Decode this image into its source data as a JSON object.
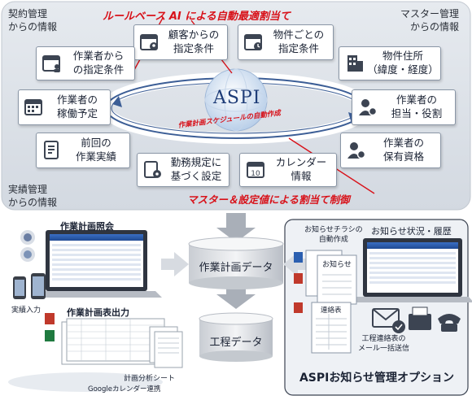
{
  "top": {
    "banner": "ルールベース AI による自動最適割当て",
    "bottom_banner": "マスター＆設定値による割当て制御",
    "ring_label": "作業計画スケジュールの自動作成",
    "logo": "ASPI",
    "corners": {
      "contract": "契約管理\nからの情報",
      "master": "マスター管理\nからの情報",
      "actual": "実績管理\nからの情報"
    },
    "boxes": {
      "customer": "顧客からの\n指定条件",
      "property": "物件ごとの\n指定条件",
      "worker_req": "作業者から\nの指定条件",
      "address": "物件住所\n（緯度・経度）",
      "worker_schedule": "作業者の\n稼働予定",
      "role": "作業者の\n担当・役割",
      "previous": "前回の\n作業実績",
      "qualification": "作業者の\n保有資格",
      "work_rules": "勤務規定に\n基づく設定",
      "calendar": "カレンダー\n情報"
    }
  },
  "bottom": {
    "plan_inquiry": "作業計画照会",
    "actual_input": "実績入力",
    "plan_output": "作業計画表出力",
    "analysis_sheet": "計画分析シート",
    "google_cal": "Googleカレンダー連携",
    "plan_data": "作業計画データ",
    "process_data": "工程データ",
    "notice_flyer": "お知らせチラシの\n自動作成",
    "notice_status": "お知らせ状況・履歴",
    "notice_doc": "お知らせ",
    "contact_table": "連絡表",
    "mail_send": "工程連絡表の\nメール一括送信",
    "option_title": "ASPIお知らせ管理オプション"
  },
  "colors": {
    "panel": "#dde2e8",
    "accent_red": "#d8121a",
    "icon_dark": "#3c4452",
    "arrow_gray": "#a9afb8",
    "ring_blue": "#3c5e96",
    "screen_blue": "#2a5cb0"
  }
}
